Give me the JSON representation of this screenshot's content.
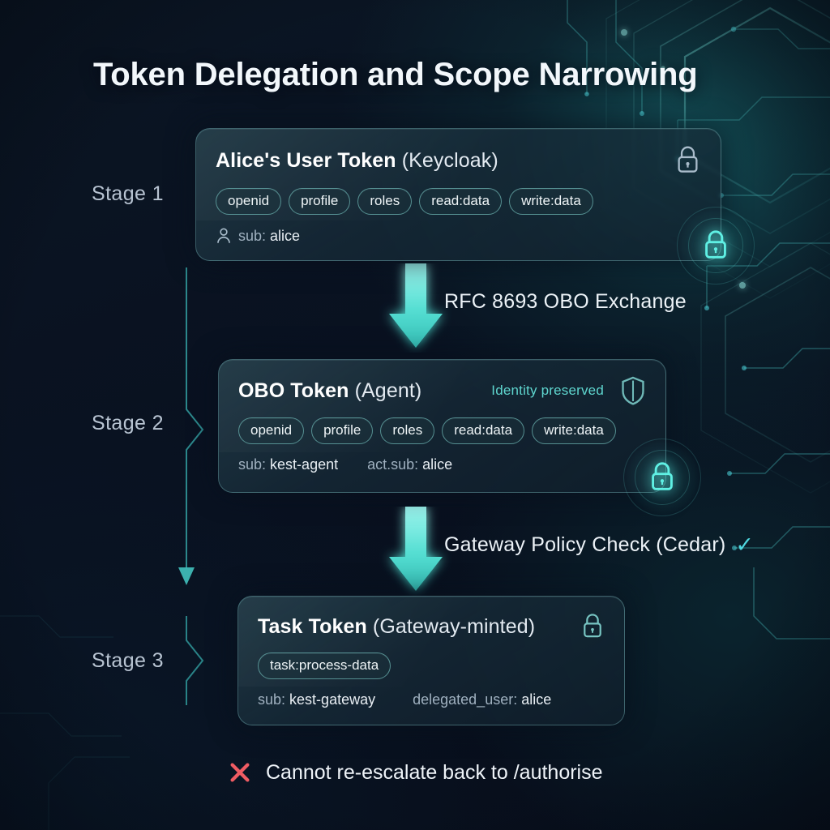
{
  "page": {
    "title": "Token Delegation and Scope Narrowing",
    "background_color": "#0a1322",
    "accent_color": "#4fd8e0",
    "teal_color": "#5fd6cf",
    "danger_color": "#ef5c63"
  },
  "stages": [
    {
      "label": "Stage 1",
      "card": {
        "title": "Alice's User Token",
        "subtitle": "(Keycloak)",
        "badge": "",
        "badge_icon": "",
        "header_icon": "lock-icon",
        "scopes": [
          "openid",
          "profile",
          "roles",
          "read:data",
          "write:data"
        ],
        "claims": [
          {
            "key": "sub:",
            "value": "alice",
            "icon": "person-icon"
          }
        ],
        "corner_icon": "lock-glow-icon"
      }
    },
    {
      "label": "Stage 2",
      "card": {
        "title": "OBO Token",
        "subtitle": "(Agent)",
        "badge": "Identity preserved",
        "badge_icon": "shield-icon",
        "header_icon": "",
        "scopes": [
          "openid",
          "profile",
          "roles",
          "read:data",
          "write:data"
        ],
        "claims": [
          {
            "key": "sub:",
            "value": "kest-agent",
            "icon": ""
          },
          {
            "key": "act.sub:",
            "value": "alice",
            "icon": ""
          }
        ],
        "corner_icon": "lock-glow-icon"
      }
    },
    {
      "label": "Stage 3",
      "card": {
        "title": "Task Token",
        "subtitle": "(Gateway-minted)",
        "badge": "",
        "badge_icon": "",
        "header_icon": "lock-icon",
        "scopes": [
          "task:process-data"
        ],
        "claims": [
          {
            "key": "sub:",
            "value": "kest-gateway",
            "icon": ""
          },
          {
            "key": "delegated_user:",
            "value": "alice",
            "icon": ""
          }
        ],
        "corner_icon": ""
      }
    }
  ],
  "transitions": [
    {
      "label": "RFC 8693 OBO Exchange",
      "check": "",
      "icon": "down-arrow-icon"
    },
    {
      "label": "Gateway Policy Check (Cedar)",
      "check": "✓",
      "icon": "down-arrow-icon"
    }
  ],
  "footer": {
    "icon": "x-mark-icon",
    "text": "Cannot re-escalate back to /authorise"
  }
}
